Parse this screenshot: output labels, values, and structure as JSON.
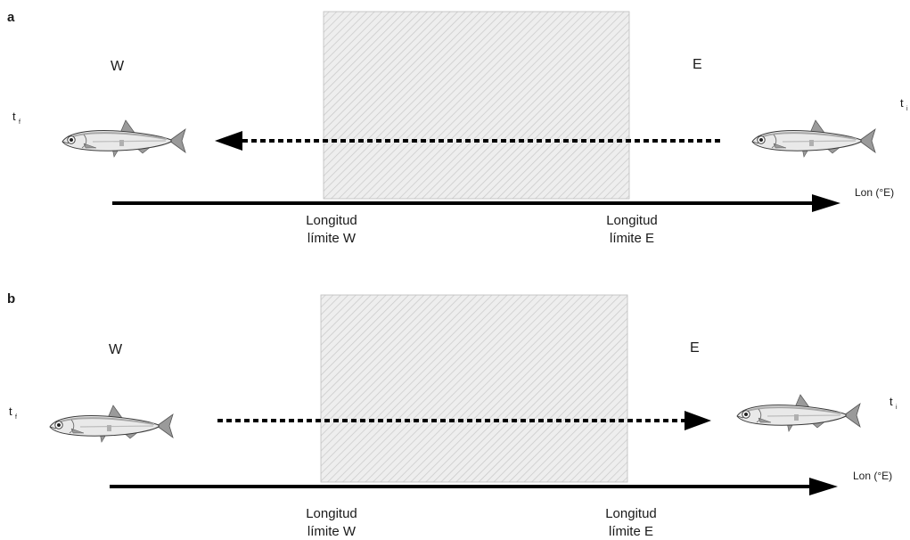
{
  "panels": [
    {
      "letter": "a",
      "west_label": "W",
      "east_label": "E",
      "left_time": {
        "base": "t",
        "sub": "f"
      },
      "right_time": {
        "base": "t",
        "sub": "i"
      },
      "migration_direction": "westward",
      "axis_label": "Lon (°E)",
      "west_limit": {
        "line1": "Longitud",
        "line2": "límite W"
      },
      "east_limit": {
        "line1": "Longitud",
        "line2": "límite E"
      }
    },
    {
      "letter": "b",
      "west_label": "W",
      "east_label": "E",
      "left_time": {
        "base": "t",
        "sub": "f"
      },
      "right_time": {
        "base": "t",
        "sub": "i"
      },
      "migration_direction": "eastward",
      "axis_label": "Lon (°E)",
      "west_limit": {
        "line1": "Longitud",
        "line2": "límite W"
      },
      "east_limit": {
        "line1": "Longitud",
        "line2": "límite E"
      }
    }
  ],
  "colors": {
    "zone_fill": "#eeeeee",
    "zone_hatch": "#c8c8c8",
    "ink": "#000000",
    "fish_body": "#e9e9e9",
    "fish_fin": "#9a9a9a"
  },
  "icons": {
    "fish": "anchovy-fish-icon"
  }
}
